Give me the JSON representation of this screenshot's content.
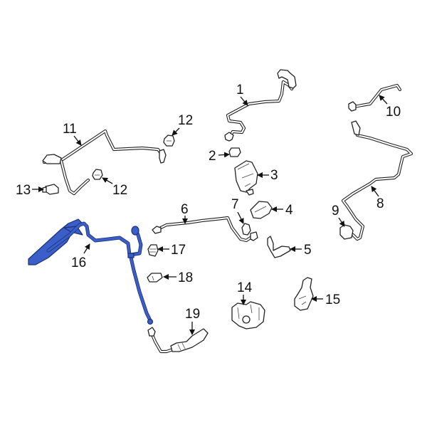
{
  "diagram": {
    "type": "exploded parts diagram",
    "highlight_color": "#3a5fc8",
    "line_color": "#222222",
    "background": "#ffffff",
    "highlighted_part": "16",
    "callouts": [
      {
        "id": "1",
        "label": "1"
      },
      {
        "id": "2",
        "label": "2"
      },
      {
        "id": "3",
        "label": "3"
      },
      {
        "id": "4",
        "label": "4"
      },
      {
        "id": "5",
        "label": "5"
      },
      {
        "id": "6",
        "label": "6"
      },
      {
        "id": "7",
        "label": "7"
      },
      {
        "id": "8",
        "label": "8"
      },
      {
        "id": "9",
        "label": "9"
      },
      {
        "id": "10",
        "label": "10"
      },
      {
        "id": "11",
        "label": "11"
      },
      {
        "id": "12a",
        "label": "12"
      },
      {
        "id": "12b",
        "label": "12"
      },
      {
        "id": "13",
        "label": "13"
      },
      {
        "id": "14",
        "label": "14"
      },
      {
        "id": "15",
        "label": "15"
      },
      {
        "id": "16",
        "label": "16"
      },
      {
        "id": "17",
        "label": "17"
      },
      {
        "id": "18",
        "label": "18"
      },
      {
        "id": "19",
        "label": "19"
      }
    ]
  }
}
